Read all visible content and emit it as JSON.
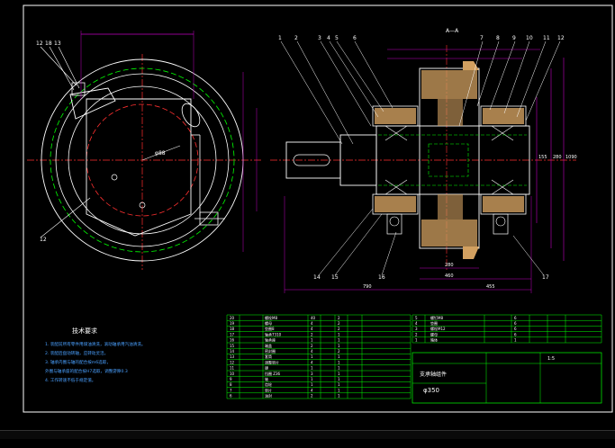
{
  "viewport": {
    "background": "#000000"
  },
  "colors": {
    "frame": "#ffffff",
    "table": "#00ff00",
    "center": "#ff3030",
    "dim": "#c000c0",
    "part": "#ffffff",
    "section": "#d2a060",
    "hidden": "#00ff00",
    "text": "#ffffff",
    "leader": "#ffffff"
  },
  "left_view": {
    "balloons": [
      "12",
      "18",
      "13",
      "12"
    ],
    "dims": [
      "φ88"
    ]
  },
  "right_view": {
    "section_label": "A—A",
    "balloons_top": [
      "1",
      "2",
      "3",
      "4",
      "5",
      "6",
      "7",
      "8",
      "9",
      "10",
      "11",
      "12"
    ],
    "balloons_bottom": [
      "14",
      "15",
      "16",
      "17"
    ],
    "dims_bottom": [
      "790",
      "455",
      "460",
      "280"
    ],
    "dims_right": [
      "155",
      "280",
      "1090"
    ]
  },
  "tech_notes": {
    "title": "技术要求",
    "lines": [
      "1. 装配前所有零件用煤油清洗，滚动轴承用汽油清洗。",
      "2. 装配后盘动转轴，应转动灵活。",
      "3. 轴承内圈与轴的配合按m6选取，",
      "   外圈与轴承座的配合按H7选取，调整游隙0.3",
      "4. 工作转速不低于规定值。"
    ]
  },
  "title_block": {
    "drawing_name": "支承轴组件",
    "drawing_no": "φ350",
    "scale_note": "1:5"
  },
  "parts_left": [
    [
      "20",
      "",
      "螺栓M8",
      "40",
      "",
      "2",
      "",
      ""
    ],
    [
      "19",
      "",
      "螺母",
      "4",
      "",
      "2",
      "",
      ""
    ],
    [
      "18",
      "",
      "垫圈8",
      "4",
      "",
      "2",
      "",
      ""
    ],
    [
      "17",
      "",
      "轴承7310",
      "2",
      "",
      "1",
      "",
      ""
    ],
    [
      "16",
      "",
      "轴承座",
      "1",
      "",
      "1",
      "",
      ""
    ],
    [
      "15",
      "",
      "端盖",
      "2",
      "",
      "1",
      "",
      ""
    ],
    [
      "14",
      "",
      "密封圈",
      "4",
      "",
      "2",
      "",
      ""
    ],
    [
      "13",
      "",
      "套筒",
      "1",
      "",
      "1",
      "",
      ""
    ],
    [
      "12",
      "",
      "调整垫片",
      "4",
      "",
      "1",
      "",
      ""
    ],
    [
      "11",
      "",
      "键",
      "1",
      "",
      "1",
      "",
      ""
    ],
    [
      "10",
      "",
      "挡圈 Z36",
      "3",
      "",
      "1",
      "",
      ""
    ],
    [
      "9",
      "",
      "轴",
      "1",
      "",
      "1",
      "",
      ""
    ],
    [
      "8",
      "",
      "齿轮",
      "1",
      "",
      "1",
      "",
      ""
    ],
    [
      "7",
      "",
      "垫片",
      "4",
      "",
      "1",
      "",
      ""
    ],
    [
      "6",
      "",
      "油封",
      "2",
      "",
      "1",
      "",
      ""
    ]
  ],
  "parts_right": [
    [
      "5",
      "",
      "螺钉M8",
      "6",
      "",
      ""
    ],
    [
      "4",
      "",
      "垫圈",
      "6",
      "",
      ""
    ],
    [
      "3",
      "",
      "螺栓M12",
      "6",
      "",
      ""
    ],
    [
      "2",
      "",
      "螺母",
      "6",
      "",
      ""
    ],
    [
      "1",
      "",
      "箱体",
      "1",
      "",
      ""
    ]
  ]
}
